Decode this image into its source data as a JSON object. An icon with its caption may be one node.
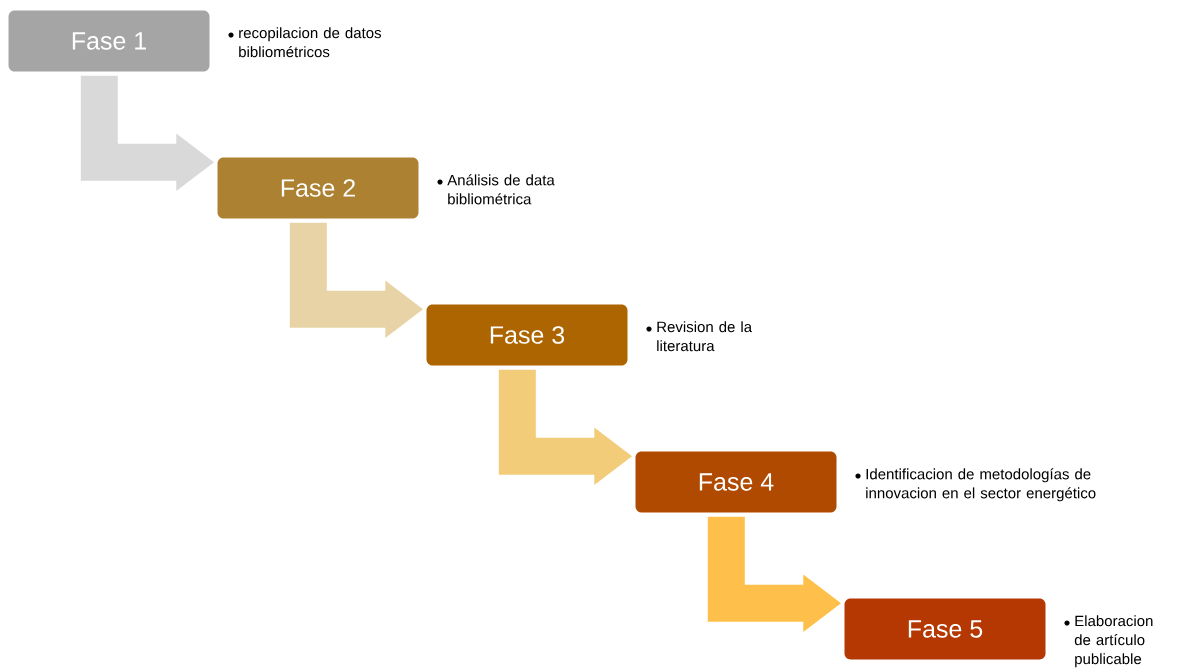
{
  "diagram": {
    "nodes": [
      {
        "text": [
          "Fase 1"
        ],
        "beside": [
          "recopilacion de datos bibliométricos"
        ]
      },
      {
        "text": [
          "Fase 2"
        ],
        "beside": [
          "Análisis de data bibliométrica"
        ]
      },
      {
        "text": [
          "Fase 3"
        ],
        "beside": [
          "Revision de la literatura"
        ]
      },
      {
        "text": [
          "Fase 4"
        ],
        "beside": [
          "Identificacion de metodologías de innovacion en el sector energético"
        ]
      },
      {
        "text": [
          "Fase 5"
        ],
        "beside": [
          "Elaboracion de artículo publicable"
        ]
      }
    ],
    "edges": [
      {
        "from": 0,
        "to": 1,
        "arrow": "to",
        "color": "#d9d9d9"
      },
      {
        "from": 1,
        "to": 2,
        "arrow": "to",
        "color": "#e8d3a6"
      },
      {
        "from": 2,
        "to": 3,
        "arrow": "to",
        "color": "#f3cc7a"
      },
      {
        "from": 3,
        "to": 4,
        "arrow": "to",
        "color": "#fec04b"
      }
    ]
  }
}
